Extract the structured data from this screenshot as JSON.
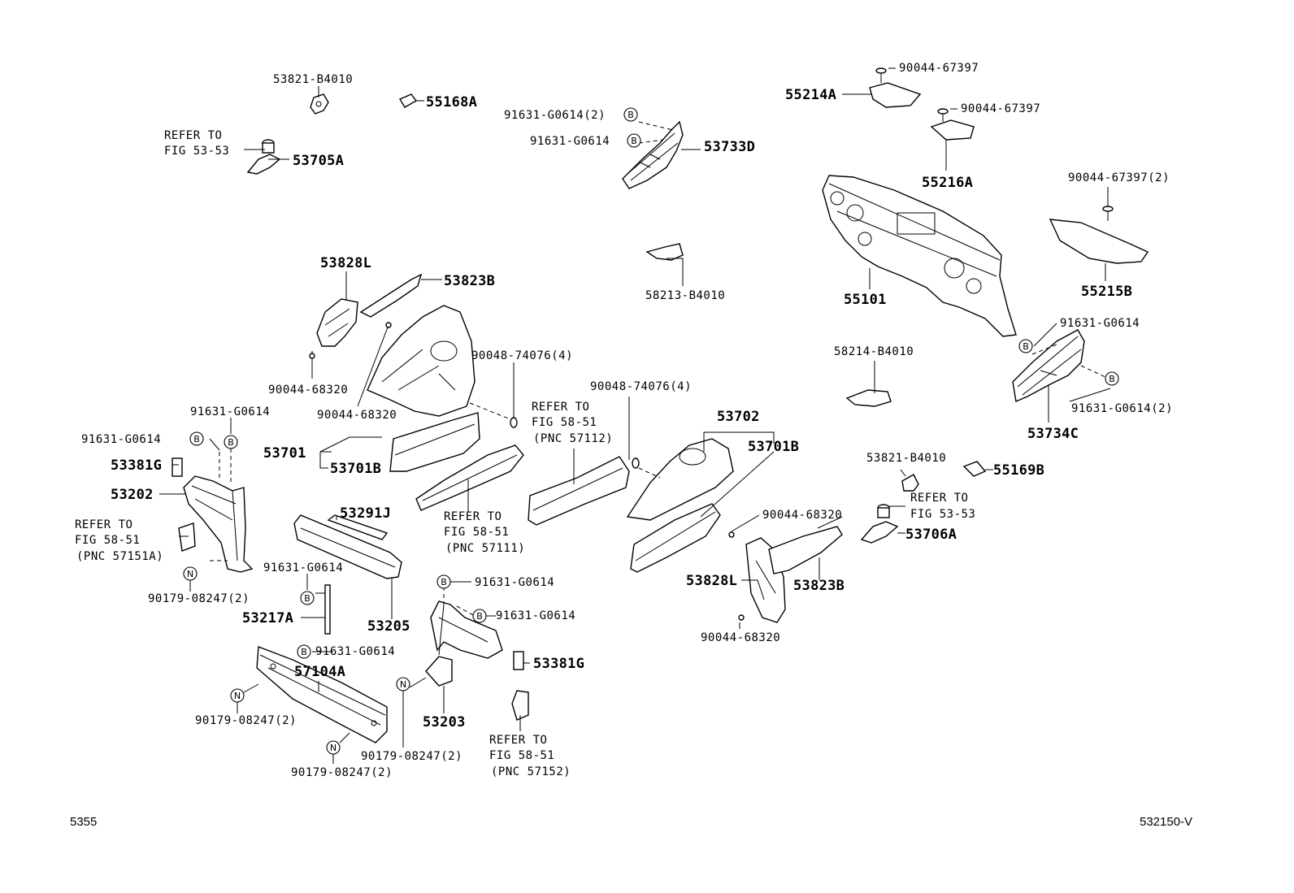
{
  "labels": {
    "l53821a": "53821-B4010",
    "l55168a": "55168A",
    "lrefer5353a1": "REFER TO",
    "lrefer5353a2": "FIG 53-53",
    "l53705a": "53705A",
    "l91631_2a": "91631-G0614(2)",
    "l91631a": "91631-G0614",
    "l53733d": "53733D",
    "l90044_67397a": "90044-67397",
    "l55214a": "55214A",
    "l90044_67397b": "90044-67397",
    "l55216a": "55216A",
    "l90044_67397_2": "90044-67397(2)",
    "l55215b": "55215B",
    "l55101": "55101",
    "l58213": "58213-B4010",
    "l53828la": "53828L",
    "l53823ba": "53823B",
    "l90044_68320a": "90044-68320",
    "l90044_68320b": "90044-68320",
    "l90048a": "90048-74076(4)",
    "l53701": "53701",
    "l53701ba": "53701B",
    "lrefer5851a1": "REFER TO",
    "lrefer5851a2": "FIG 58-51",
    "lrefer5851a3": "(PNC 57111)",
    "lrefer5851b1": "REFER TO",
    "lrefer5851b2": "FIG 58-51",
    "lrefer5851b3": "(PNC 57112)",
    "l90048b": "90048-74076(4)",
    "l53702": "53702",
    "l53701bb": "53701B",
    "l58214": "58214-B4010",
    "l91631b": "91631-G0614",
    "l91631_2b": "91631-G0614(2)",
    "l53734c": "53734C",
    "l91631c": "91631-G0614",
    "l91631d": "91631-G0614",
    "l53381ga": "53381G",
    "l53202": "53202",
    "lrefer5851c1": "REFER TO",
    "lrefer5851c2": "FIG 58-51",
    "lrefer5851c3": "(PNC 57151A)",
    "l90179a": "90179-08247(2)",
    "l53291j": "53291J",
    "l91631e": "91631-G0614",
    "l53217a": "53217A",
    "l53205": "53205",
    "l91631f": "91631-G0614",
    "l57104a": "57104A",
    "l90179b": "90179-08247(2)",
    "l90179c": "90179-08247(2)",
    "l91631g": "91631-G0614",
    "l91631h": "91631-G0614",
    "l53381gb": "53381G",
    "l53203": "53203",
    "l90179d": "90179-08247(2)",
    "lrefer5851d1": "REFER TO",
    "lrefer5851d2": "FIG 58-51",
    "lrefer5851d3": "(PNC 57152)",
    "l53821b": "53821-B4010",
    "l55169b": "55169B",
    "lrefer5353b1": "REFER TO",
    "lrefer5353b2": "FIG 53-53",
    "l53706a": "53706A",
    "l90044_68320c": "90044-68320",
    "l53828lb": "53828L",
    "l53823bb": "53823B",
    "l90044_68320d": "90044-68320"
  },
  "markers": {
    "bolt": "B",
    "nut": "N"
  },
  "footer": {
    "page": "5355",
    "figure_id": "532150-V"
  }
}
